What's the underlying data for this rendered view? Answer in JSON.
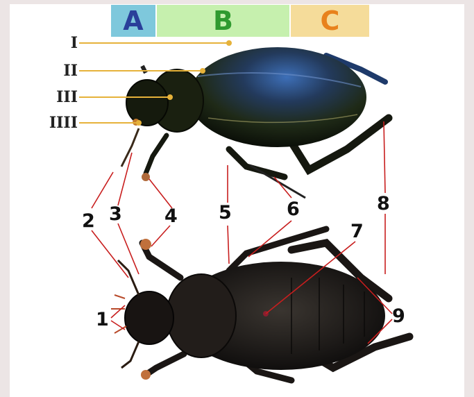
{
  "segment_bands": [
    {
      "letter": "A",
      "bg": "#7ec8dc",
      "color": "#2a3f9a"
    },
    {
      "letter": "B",
      "bg": "#c6f0ae",
      "color": "#2f9a2f"
    },
    {
      "letter": "C",
      "bg": "#f5dc9a",
      "color": "#e8821c"
    }
  ],
  "roman_labels": [
    "I",
    "II",
    "III",
    "IIII"
  ],
  "number_labels": [
    "1",
    "2",
    "3",
    "4",
    "5",
    "6",
    "7",
    "8",
    "9"
  ],
  "colors": {
    "roman_leader": "#e6b23a",
    "number_leader": "#c81e1e",
    "beetle_shell": "#1a2418",
    "beetle_sheen": "#2b5a9e"
  }
}
